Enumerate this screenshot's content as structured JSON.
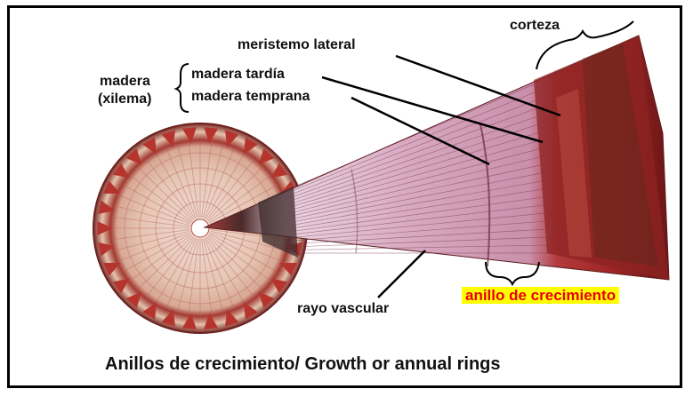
{
  "labels": {
    "corteza": "corteza",
    "meristemo_lateral": "meristemo lateral",
    "madera": "madera",
    "xilema": "(xilema)",
    "madera_tardia": "madera tardía",
    "madera_temprana": "madera temprana",
    "rayo_vascular": "rayo vascular",
    "anillo_de_crecimiento": "anillo de crecimiento"
  },
  "caption": "Anillos de crecimiento/ Growth or annual rings",
  "colors": {
    "frame": "#000000",
    "ring_label_text": "#e8000b",
    "ring_label_highlight": "#ffff00",
    "bark": "#8a1c1c",
    "wood_pink": "#d9a7bd",
    "disc_wood": "#e7c6b6",
    "disc_rays": "#b04a3f"
  }
}
